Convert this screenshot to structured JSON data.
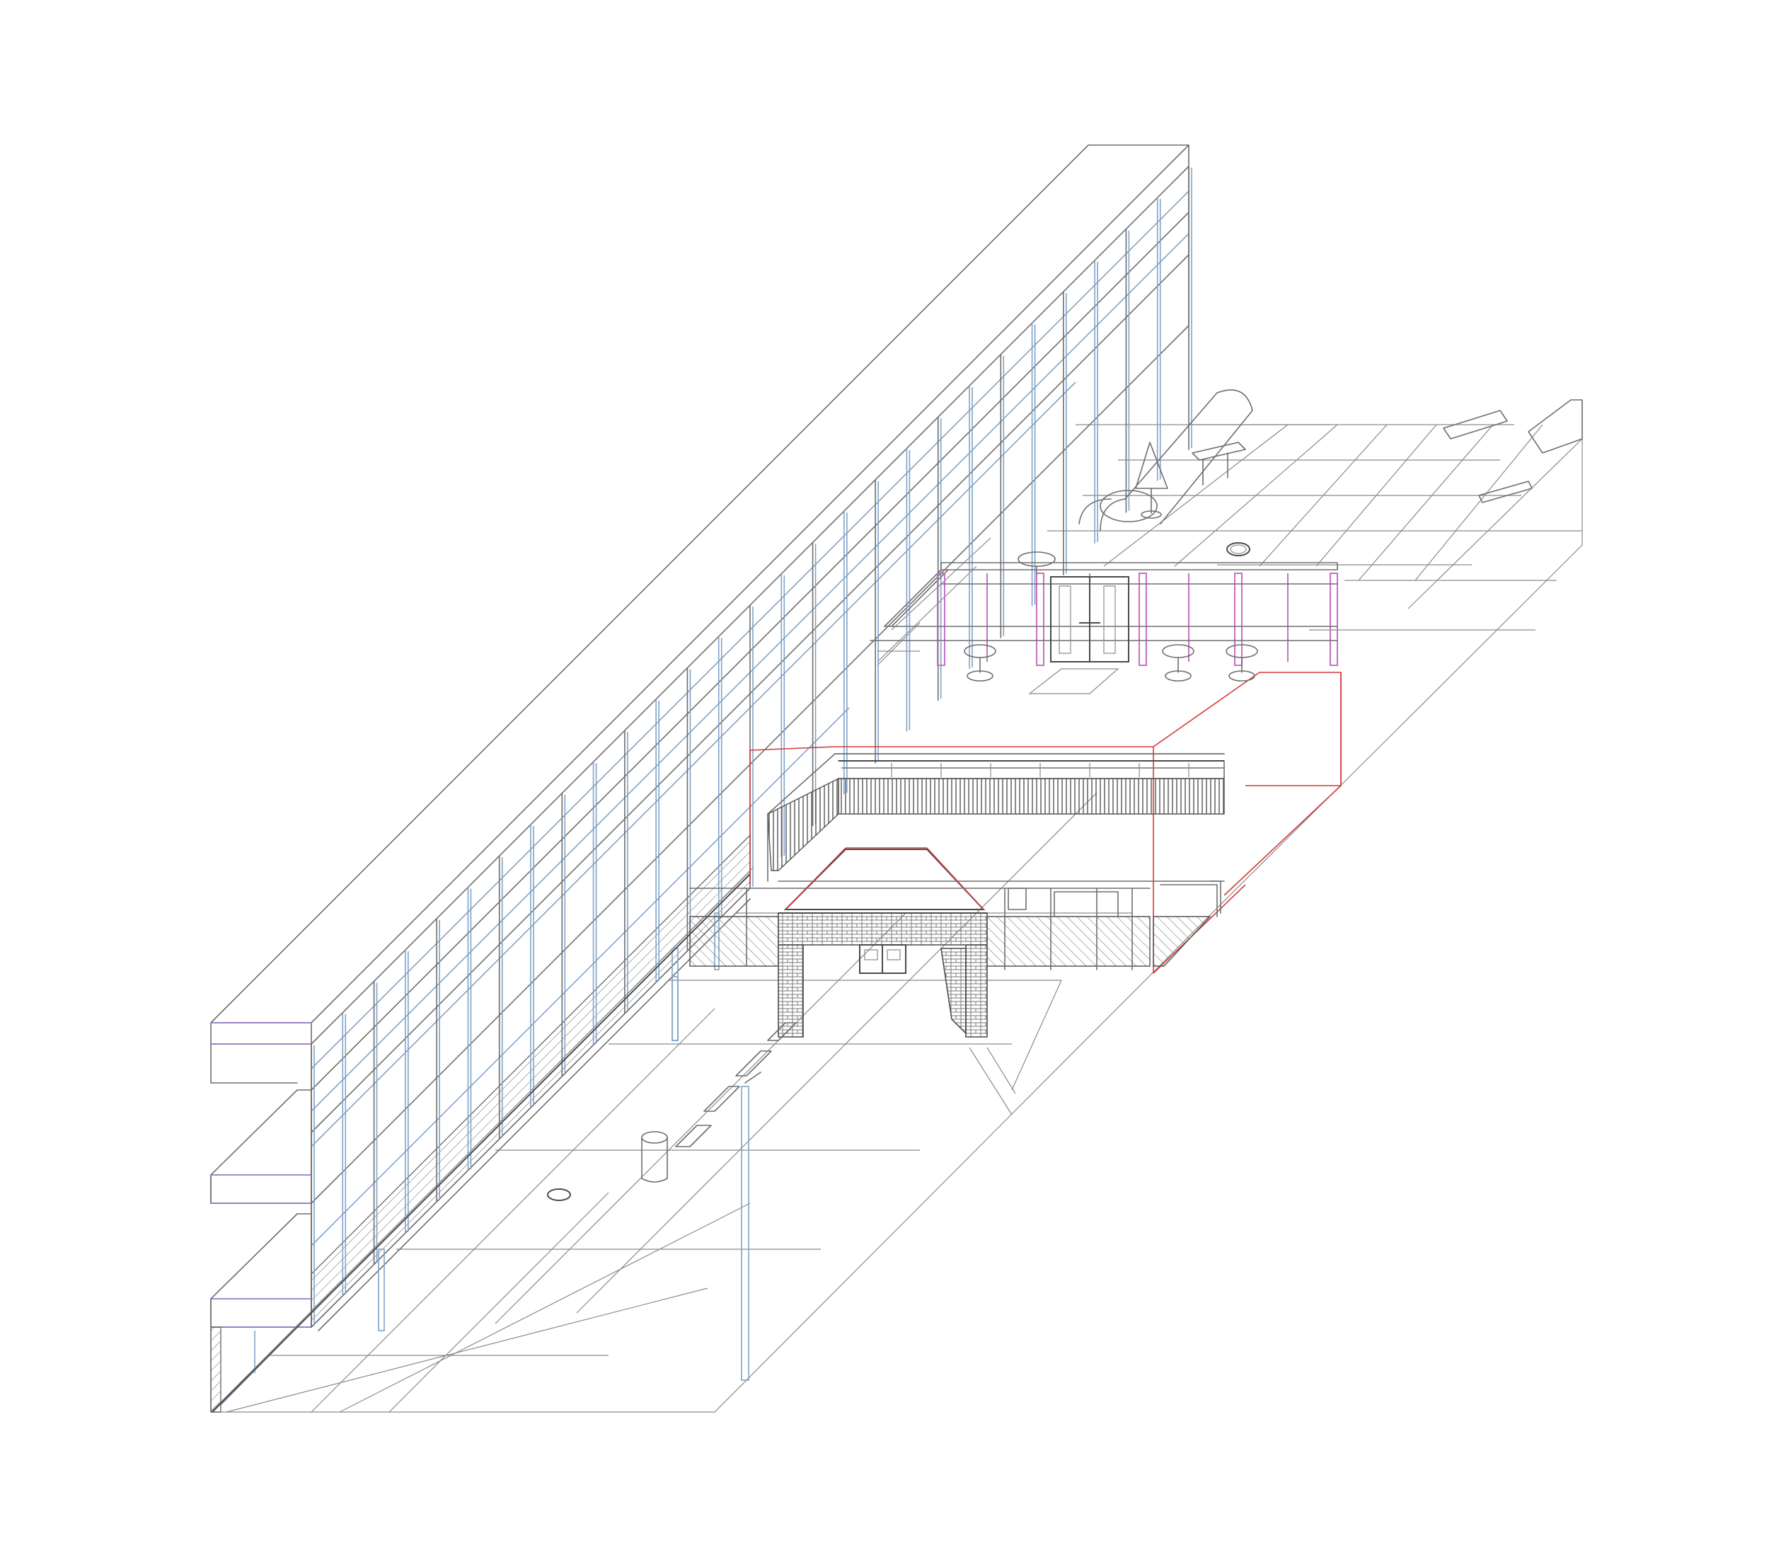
{
  "drawing": {
    "type": "axonometric line drawing",
    "line_colors": {
      "primary": "#6e6e6e",
      "glazing": "#7fa3c8",
      "frame_accent": "#c76fc3",
      "parapet": "#9a7cc8",
      "highlight": "#d23a3a"
    }
  },
  "components": {
    "slab_block": {
      "floors": 3,
      "glazing_bays": 28
    },
    "entrance_canopy": {
      "material": "brick"
    },
    "link_bridge": {
      "highlighted": true
    },
    "pavilion": {
      "glazed_bays": 8
    },
    "courtyard": {
      "paving": "grid"
    },
    "furniture": [
      "tables",
      "stools",
      "bench",
      "bin",
      "lamp-post",
      "sculpture"
    ]
  }
}
